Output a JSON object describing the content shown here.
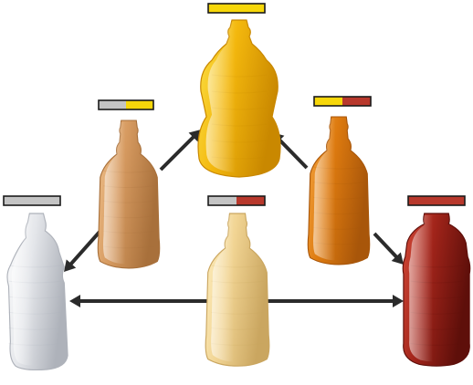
{
  "colors": {
    "gray": "#c4c4c4",
    "yellow": "#f7d70a",
    "red": "#b8382c",
    "arrow": "#2b2b2b"
  },
  "nodes": [
    {
      "id": "top",
      "name": "bottle-yellow-top",
      "body_colors": [
        "#fce34a",
        "#f3b70d",
        "#c98800"
      ],
      "bar": [
        "yellow"
      ]
    },
    {
      "id": "left-mid",
      "name": "bottle-tan-left",
      "body_colors": [
        "#f0c28d",
        "#d69a60",
        "#a8703b"
      ],
      "bar": [
        "gray",
        "yellow"
      ]
    },
    {
      "id": "right-mid",
      "name": "bottle-orange-right",
      "body_colors": [
        "#f5a642",
        "#dd7a0f",
        "#a8560a"
      ],
      "bar": [
        "yellow",
        "red"
      ]
    },
    {
      "id": "left-bottom",
      "name": "bottle-white-left",
      "body_colors": [
        "#ffffff",
        "#e4e6ea",
        "#aeb2ba"
      ],
      "bar": [
        "gray"
      ]
    },
    {
      "id": "center-bottom",
      "name": "bottle-cream-center",
      "body_colors": [
        "#fff0c2",
        "#f1d493",
        "#caa660"
      ],
      "bar": [
        "gray",
        "red"
      ]
    },
    {
      "id": "right-bottom",
      "name": "bottle-red-right",
      "body_colors": [
        "#d44a38",
        "#a1241a",
        "#5e0f0a"
      ],
      "bar": [
        "red"
      ]
    }
  ],
  "edges": [
    {
      "from": "left-mid",
      "to": "top",
      "name": "arrow-leftmid-to-top",
      "heads": "end"
    },
    {
      "from": "right-mid",
      "to": "top",
      "name": "arrow-rightmid-to-top",
      "heads": "end"
    },
    {
      "from": "left-mid",
      "to": "left-bottom",
      "name": "arrow-leftmid-to-leftbottom",
      "heads": "end"
    },
    {
      "from": "right-mid",
      "to": "right-bottom",
      "name": "arrow-rightmid-to-rightbottom",
      "heads": "end"
    },
    {
      "from": "left-bottom",
      "to": "right-bottom",
      "name": "arrow-horizontal-white-red",
      "heads": "both"
    }
  ]
}
